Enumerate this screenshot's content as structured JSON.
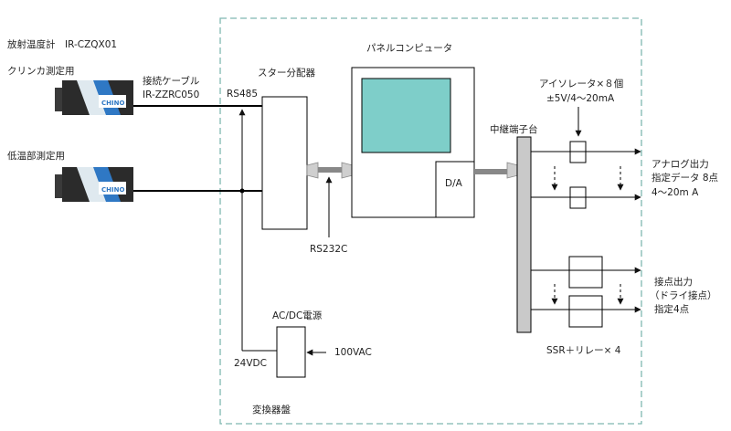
{
  "sensor": {
    "title": "放射温度計　IR-CZQX01",
    "label_clinker": "クリンカ測定用",
    "label_lowtemp": "低温部測定用",
    "brand": "CHINO"
  },
  "cable": {
    "line1": "接続ケーブル",
    "line2": "IR-ZZRC050"
  },
  "cabinet": {
    "label": "変換器盤",
    "border_color": "#7fb8b0"
  },
  "distributor": {
    "title": "スター分配器",
    "port": "RS485",
    "link": "RS232C"
  },
  "panel_pc": {
    "title": "パネルコンピュータ",
    "da_label": "D/A",
    "screen_color": "#7ecec9"
  },
  "power": {
    "title": "AC/DC電源",
    "input": "100VAC",
    "output": "24VDC"
  },
  "terminal": {
    "title": "中継端子台"
  },
  "isolator": {
    "line1": "アイソレータ×８個",
    "line2": "±5V/4～20mA"
  },
  "analog_output": {
    "line1": "アナログ出力",
    "line2": "指定データ 8点",
    "line3": "4～20m A"
  },
  "contact_output": {
    "line1": "接点出力",
    "line2": "（ドライ接点）",
    "line3": "指定4点"
  },
  "relay": {
    "label": "SSR＋リレー× 4"
  }
}
